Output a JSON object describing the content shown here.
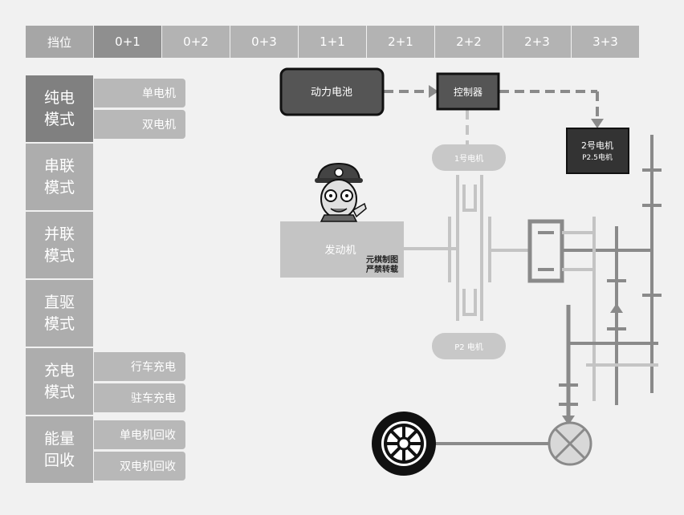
{
  "gear_bar": {
    "header": "挡位",
    "gears": [
      "0+1",
      "0+2",
      "0+3",
      "1+1",
      "2+1",
      "2+2",
      "2+3",
      "3+3"
    ]
  },
  "modes": [
    {
      "line1": "纯电",
      "line2": "模式",
      "subs": [
        "单电机",
        "双电机"
      ]
    },
    {
      "line1": "串联",
      "line2": "模式",
      "subs": []
    },
    {
      "line1": "并联",
      "line2": "模式",
      "subs": []
    },
    {
      "line1": "直驱",
      "line2": "模式",
      "subs": []
    },
    {
      "line1": "充电",
      "line2": "模式",
      "subs": [
        "行车充电",
        "驻车充电"
      ]
    },
    {
      "line1": "能量",
      "line2": "回收",
      "subs": [
        "单电机回收",
        "双电机回收"
      ]
    }
  ],
  "diagram": {
    "battery": "动力电池",
    "controller": "控制器",
    "motor1": "1号电机",
    "motor2_line1": "2号电机",
    "motor2_line2": "P2.5电机",
    "p2_motor": "P2 电机",
    "engine": "发动机",
    "watermark_line1": "元棋制图",
    "watermark_line2": "严禁转载"
  },
  "colors": {
    "active_dark": "#808080",
    "box_dark": "#555555",
    "shaft": "#8a8a8a",
    "shaft_light": "#c4c4c4"
  }
}
